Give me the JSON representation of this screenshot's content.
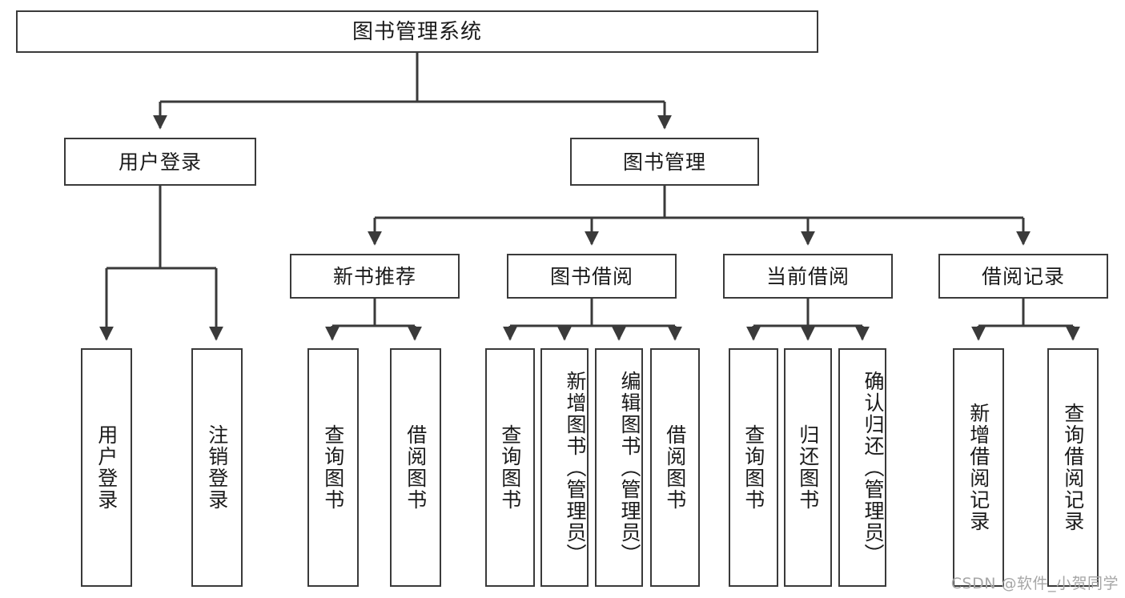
{
  "diagram": {
    "type": "tree",
    "title_node": {
      "id": "root",
      "label": "图书管理系统"
    },
    "level2": [
      {
        "id": "user-login",
        "label": "用户登录"
      },
      {
        "id": "book-manage",
        "label": "图书管理"
      }
    ],
    "level3": [
      {
        "id": "new-book-rec",
        "label": "新书推荐"
      },
      {
        "id": "book-borrow",
        "label": "图书借阅"
      },
      {
        "id": "current-borrow",
        "label": "当前借阅"
      },
      {
        "id": "borrow-record",
        "label": "借阅记录"
      }
    ],
    "leaves": {
      "user_login": [
        {
          "id": "leaf-user-login",
          "label": "用户登录"
        },
        {
          "id": "leaf-logout",
          "label": "注销登录"
        }
      ],
      "new_book_rec": [
        {
          "id": "leaf-query-book-1",
          "label": "查询图书"
        },
        {
          "id": "leaf-borrow-book-1",
          "label": "借阅图书"
        }
      ],
      "book_borrow": [
        {
          "id": "leaf-query-book-2",
          "label": "查询图书"
        },
        {
          "id": "leaf-add-book",
          "label": "新增图书（管理员）"
        },
        {
          "id": "leaf-edit-book",
          "label": "编辑图书（管理员）"
        },
        {
          "id": "leaf-borrow-book-2",
          "label": "借阅图书"
        }
      ],
      "current_borrow": [
        {
          "id": "leaf-query-book-3",
          "label": "查询图书"
        },
        {
          "id": "leaf-return-book",
          "label": "归还图书"
        },
        {
          "id": "leaf-confirm-return",
          "label": "确认归还（管理员）"
        }
      ],
      "borrow_record": [
        {
          "id": "leaf-add-record",
          "label": "新增借阅记录"
        },
        {
          "id": "leaf-query-record",
          "label": "查询借阅记录"
        }
      ]
    },
    "colors": {
      "stroke": "#3a3a3a",
      "fill": "#ffffff",
      "text": "#1a1a1a",
      "watermark": "#a6a6a6"
    }
  },
  "watermark": {
    "text": "CSDN @软件_小贺同学"
  }
}
